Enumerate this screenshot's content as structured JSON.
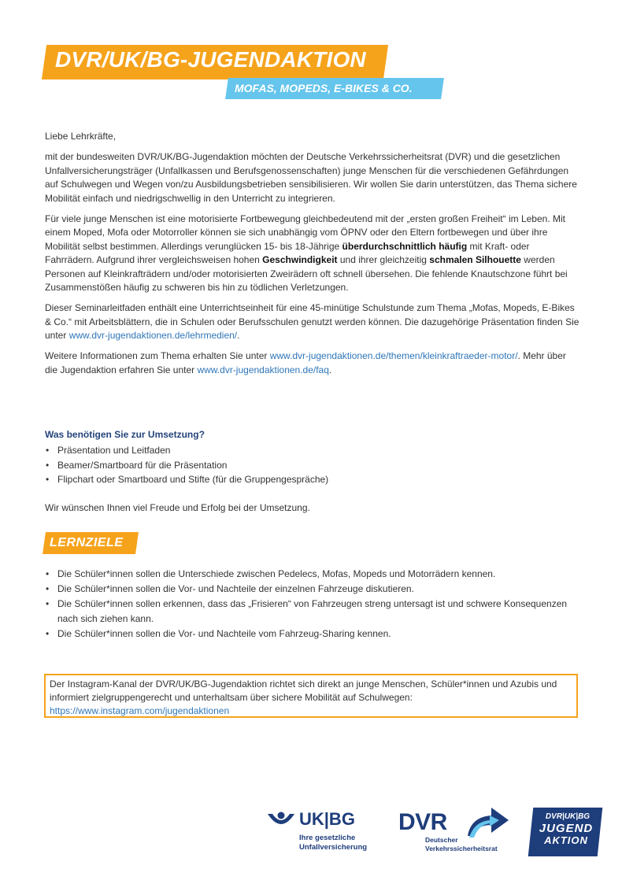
{
  "header": {
    "title": "DVR/UK/BG-JUGENDAKTION",
    "subtitle": "MOFAS, MOPEDS, E-BIKES & CO.",
    "title_color": "#f6a31c",
    "subtitle_color": "#65c5ec"
  },
  "letter": {
    "greeting": "Liebe Lehrkräfte,",
    "p1": "mit der bundesweiten DVR/UK/BG-Jugendaktion möchten der Deutsche Verkehrssicherheitsrat (DVR) und die gesetzlichen Unfallversicherungsträger (Unfallkassen und Berufsgenossenschaften) junge Menschen für die verschiedenen Gefährdungen auf Schulwegen und Wegen von/zu Ausbildungsbetrieben sensibilisieren. Wir wollen Sie darin unterstützen, das Thema sichere Mobilität einfach und niedrigschwellig in den Unterricht zu integrieren.",
    "p2_a": "Für viele junge Menschen ist eine motorisierte Fortbewegung gleichbedeutend mit der „ersten großen Freiheit“ im Leben. Mit einem Moped, Mofa oder Motorroller können sie sich unabhängig vom ÖPNV oder den Eltern fortbewegen und über ihre Mobilität selbst bestimmen. Allerdings verunglücken 15- bis 18-Jährige ",
    "p2_bold1": "überdurchschnittlich häufig",
    "p2_b": " mit Kraft- oder Fahrrädern. Aufgrund ihrer vergleichsweisen hohen ",
    "p2_bold2": "Geschwindigkeit",
    "p2_c": " und ihrer gleichzeitig ",
    "p2_bold3": "schmalen Silhouette",
    "p2_d": " werden Personen auf Kleinkrafträdern und/oder motorisierten Zweirädern oft schnell übersehen. Die fehlende Knautschzone führt bei Zusammenstößen häufig zu schweren bis hin zu tödlichen Verletzungen.",
    "p3_a": "Dieser Seminarleitfaden enthält eine Unterrichtseinheit für eine 45-minütige Schulstunde zum Thema „Mofas, Mopeds, E-Bikes & Co.“ mit Arbeitsblättern, die in Schulen oder Berufsschulen genutzt werden können. Die dazugehörige Präsentation finden Sie unter ",
    "p3_link": "www.dvr-jugendaktionen.de/lehrmedien/",
    "p3_b": ".",
    "p4_a": "Weitere Informationen zum Thema erhalten Sie unter ",
    "p4_link1": "www.dvr-jugendaktionen.de/themen/kleinkraftraeder-motor/",
    "p4_b": ". Mehr über die Jugendaktion erfahren Sie unter ",
    "p4_link2": "www.dvr-jugendaktionen.de/faq",
    "p4_c": "."
  },
  "needs": {
    "heading": "Was benötigen Sie zur Umsetzung?",
    "items": [
      "Präsentation und Leitfaden",
      "Beamer/Smartboard für die Präsentation",
      "Flipchart oder Smartboard und Stifte (für die Gruppengespräche)"
    ],
    "closing": "Wir wünschen Ihnen viel Freude und Erfolg bei der Umsetzung."
  },
  "goals": {
    "heading": "LERNZIELE",
    "items": [
      "Die Schüler*innen sollen die Unterschiede zwischen Pedelecs, Mofas, Mopeds und Motorrädern kennen.",
      "Die Schüler*innen sollen die Vor- und Nachteile der einzelnen Fahrzeuge diskutieren.",
      "Die Schüler*innen sollen erkennen, dass das „Frisieren“ von Fahrzeugen streng untersagt ist und schwere Konsequenzen nach sich ziehen kann.",
      "Die Schüler*innen sollen die Vor- und Nachteile vom Fahrzeug-Sharing kennen."
    ]
  },
  "instagram": {
    "text": "Der Instagram-Kanal der DVR/UK/BG-Jugendaktion richtet sich direkt an junge Menschen, Schüler*innen und Azubis und informiert zielgruppengerecht und unterhaltsam über sichere Mobilität auf Schulwegen:",
    "link": "https://www.instagram.com/jugendaktionen"
  },
  "logos": {
    "ukbg_name": "UK|BG",
    "ukbg_tag_line1": "Ihre gesetzliche",
    "ukbg_tag_line2": "Unfallversicherung",
    "dvr_name": "DVR",
    "dvr_tag_line1": "Deutscher",
    "dvr_tag_line2": "Verkehrssicherheitsrat",
    "ja_line1": "DVR|UK|BG",
    "ja_line2": "JUGEND",
    "ja_line3": "AKTION",
    "brand_blue": "#1e3d7b",
    "accent_light_blue": "#65c5ec",
    "icons": [
      "ukbg-mark-icon",
      "dvr-arrow-icon"
    ]
  }
}
